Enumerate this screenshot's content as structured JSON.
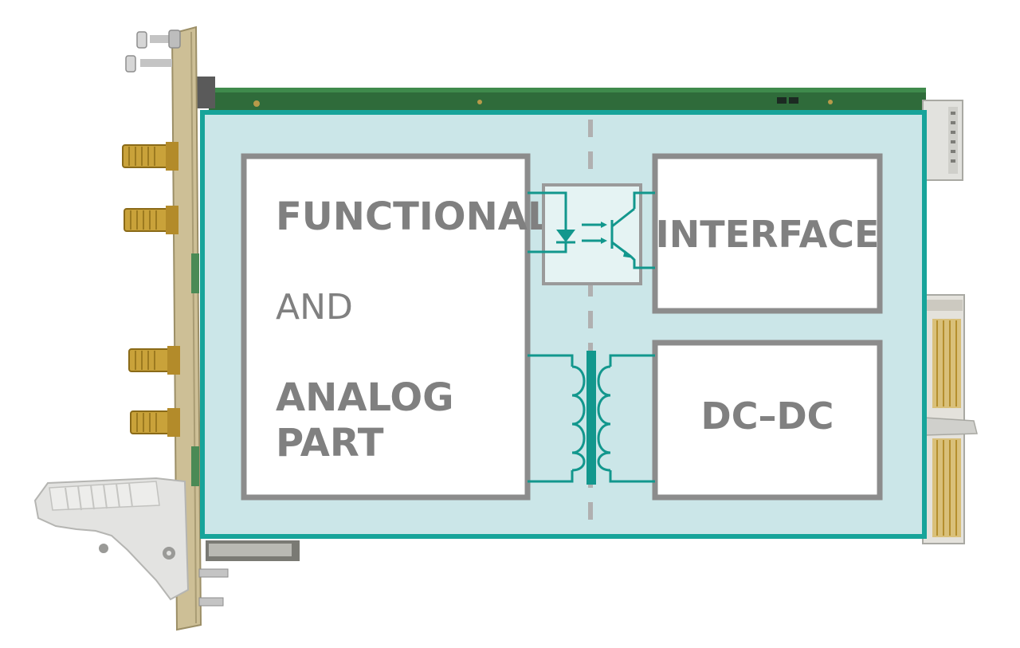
{
  "blocks": {
    "functional": {
      "line1": "FUNCTIONAL",
      "line2": "AND",
      "line3": "ANALOG",
      "line4": "PART"
    },
    "interface": {
      "label": "INTERFACE"
    },
    "dcdc": {
      "label": "DC–DC"
    }
  },
  "colors": {
    "board_fill": "#cbe6e8",
    "board_border": "#17a49a",
    "block_border": "#8c8c8c",
    "block_fill": "#ffffff",
    "text": "#808080",
    "pcb_green": "#2f6b3a",
    "gold": "#c9a23a",
    "isolation_teal": "#12978d"
  },
  "icons": [
    "optocoupler-icon",
    "transformer-icon",
    "sma-connector-icon",
    "eject-lever-icon"
  ]
}
